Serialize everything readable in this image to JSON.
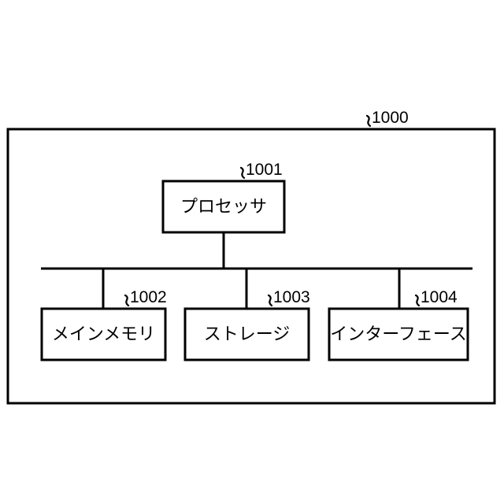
{
  "figure": {
    "type": "block-diagram",
    "background_color": "#ffffff",
    "line_color": "#000000",
    "box_fill_color": "#ffffff"
  },
  "system": {
    "ref": "1000",
    "name": "computer-system-frame"
  },
  "nodes": [
    {
      "id": "processor",
      "label": "プロセッサ",
      "ref": "1001"
    },
    {
      "id": "main-memory",
      "label": "メインメモリ",
      "ref": "1002"
    },
    {
      "id": "storage",
      "label": "ストレージ",
      "ref": "1003"
    },
    {
      "id": "interface",
      "label": "インターフェース",
      "ref": "1004"
    }
  ],
  "bus": {
    "name": "system-bus",
    "connects": [
      "processor",
      "main-memory",
      "storage",
      "interface"
    ]
  }
}
